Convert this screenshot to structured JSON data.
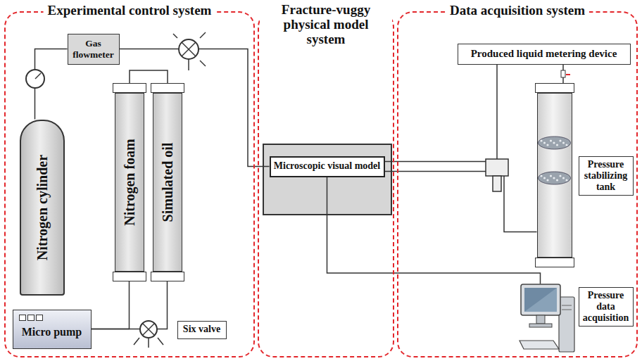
{
  "diagram": {
    "nodes": [
      {
        "text": [
          "Experimental control system"
        ]
      },
      {
        "text": [
          "Nitrogen cylinder"
        ],
        "in": 0
      },
      {
        "text": [
          "Gas flowmeter"
        ],
        "in": 0
      },
      {
        "text": [
          "Nitrogen foam"
        ],
        "in": 0
      },
      {
        "text": [
          "Simulated oil"
        ],
        "in": 0
      },
      {
        "text": [
          "Micro pump"
        ],
        "in": 0
      },
      {
        "text": [
          "Six valve"
        ],
        "in": 0
      },
      {
        "text": [
          "Fracture-vuggy physical model system"
        ]
      },
      {
        "text": [
          "Microscopic visual model"
        ],
        "in": 7
      },
      {
        "text": [
          "Data acquisition system"
        ]
      },
      {
        "text": [
          "Produced liquid metering device"
        ],
        "in": 9
      },
      {
        "text": [
          "Pressure stabilizing tank"
        ],
        "in": 9
      },
      {
        "text": [
          "Pressure data acquisition"
        ],
        "in": 9
      }
    ],
    "edges": [
      {
        "from": 1,
        "to": 2,
        "arrow": "none"
      },
      {
        "from": 2,
        "to": 8,
        "arrow": "none"
      },
      {
        "from": 5,
        "to": 3,
        "arrow": "none"
      },
      {
        "from": 5,
        "to": 4,
        "arrow": "none"
      },
      {
        "from": 8,
        "to": 10,
        "arrow": "none"
      },
      {
        "from": 8,
        "to": 11,
        "arrow": "none"
      },
      {
        "from": 8,
        "to": 12,
        "arrow": "none"
      }
    ]
  }
}
